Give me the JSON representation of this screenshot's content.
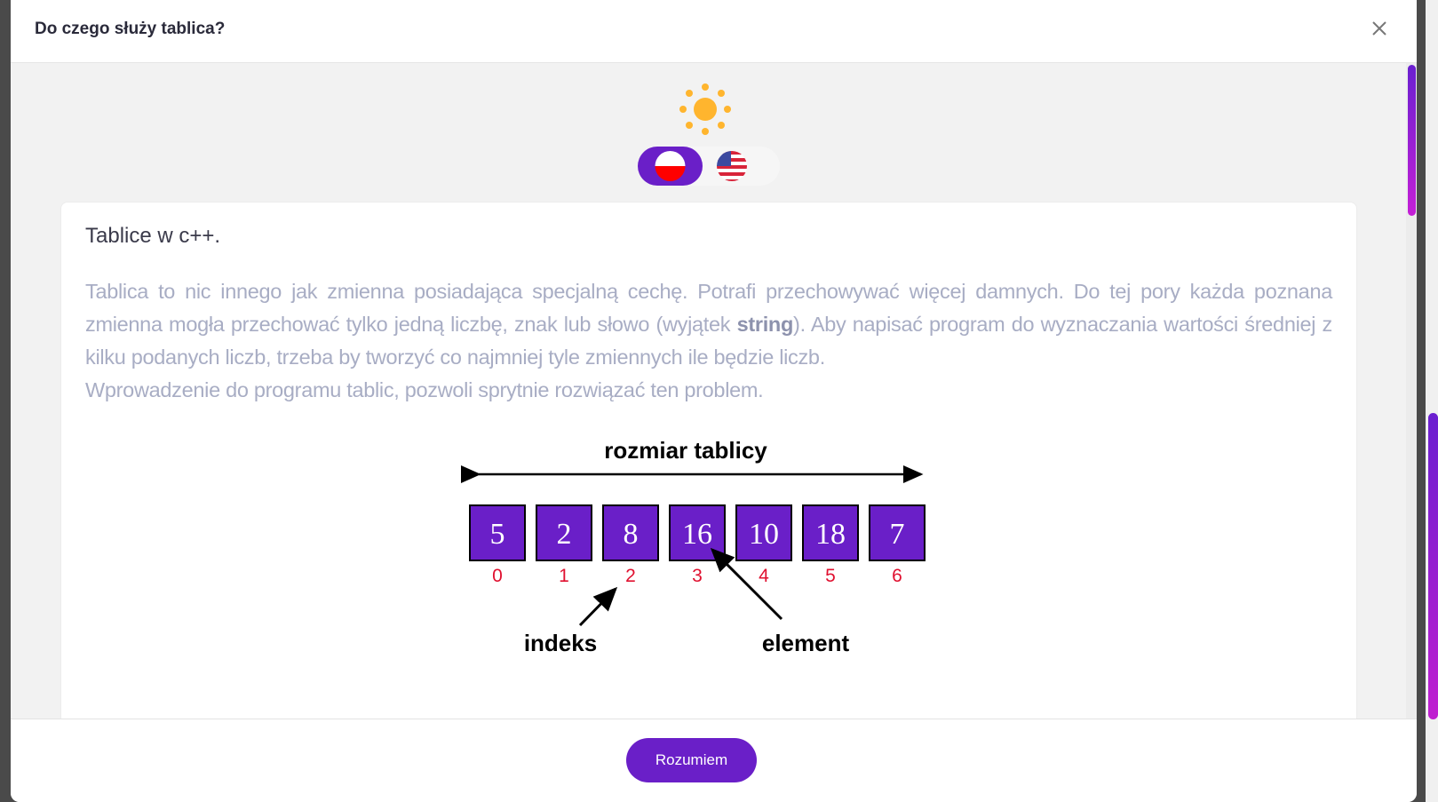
{
  "dialog": {
    "title": "Do czego służy tablica?",
    "close_icon": "close-icon"
  },
  "theme": {
    "icon": "sun-icon",
    "color": "#ffb52e"
  },
  "languages": [
    {
      "code": "pl",
      "icon": "poland-flag-icon",
      "selected": true
    },
    {
      "code": "en",
      "icon": "us-flag-icon",
      "selected": false
    }
  ],
  "content": {
    "heading": "Tablice w c++.",
    "p1_a": "Tablica to nic innego jak zmienna posiadająca specjalną cechę. Potrafi przechowywać więcej damnych. Do tej pory każda poznana zmienna mogła przechować tylko jedną liczbę, znak lub słowo (wyjątek ",
    "p1_bold": "string",
    "p1_b": "). Aby napisać program do wyznaczania wartości średniej z kilku podanych liczb, trzeba by tworzyć co najmniej tyle zmiennych ile będzie liczb.",
    "p2": "Wprowadzenie do programu tablic, pozwoli sprytnie rozwiązać ten problem."
  },
  "diagram": {
    "size_label": "rozmiar tablicy",
    "values": [
      "5",
      "2",
      "8",
      "16",
      "10",
      "18",
      "7"
    ],
    "indices": [
      "0",
      "1",
      "2",
      "3",
      "4",
      "5",
      "6"
    ],
    "index_label": "indeks",
    "element_label": "element",
    "box_color": "#6a1fc8",
    "index_color": "#e0102f"
  },
  "footer": {
    "confirm_label": "Rozumiem"
  },
  "colors": {
    "accent": "#6a1fc8"
  }
}
